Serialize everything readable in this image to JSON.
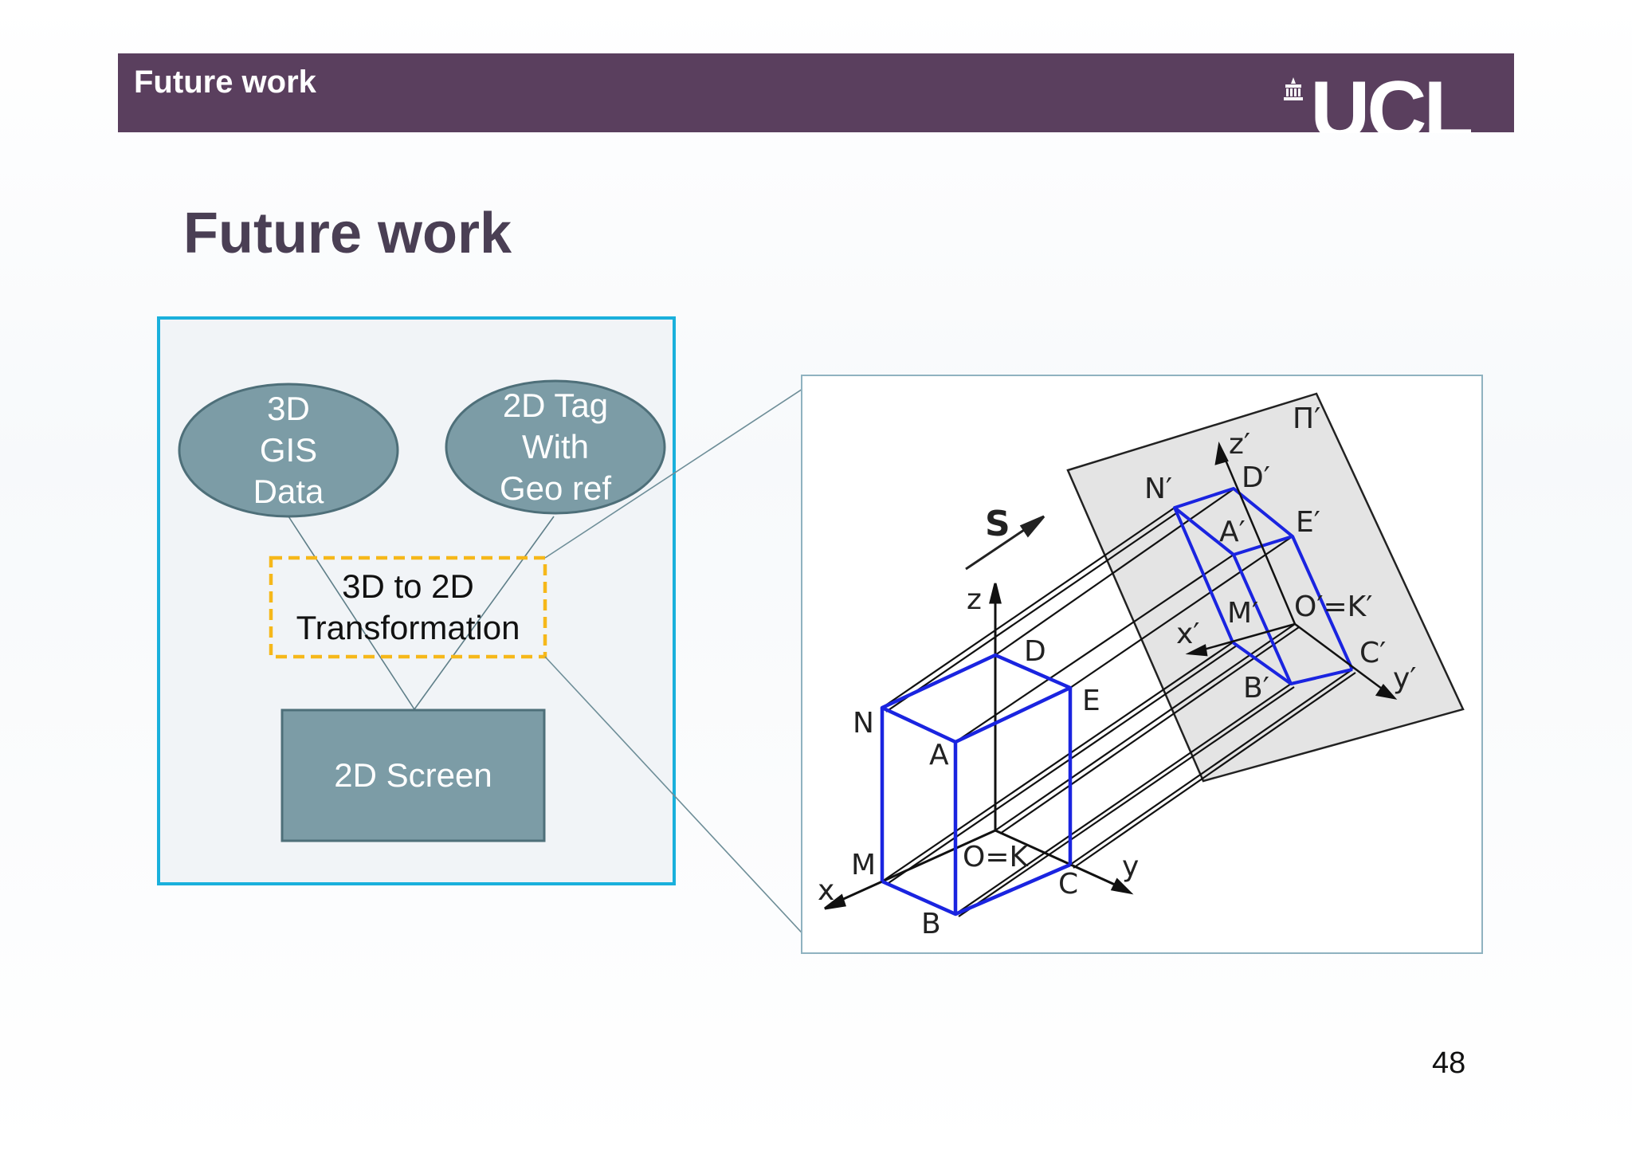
{
  "header": {
    "title": "Future work",
    "logo_text": "UCL",
    "background": "#5a3f5e"
  },
  "slide": {
    "title": "Future work",
    "page_number": "48"
  },
  "flow": {
    "gis_node": "3D\nGIS\nData",
    "tag_node": "2D Tag\nWith\nGeo ref",
    "transform_node": "3D to 2D\nTransformation",
    "screen_node": "2D Screen",
    "node_color": "#7c9ca6",
    "frame_color": "#1ab0dc",
    "dashed_color": "#f6b81a"
  },
  "projection_figure": {
    "object_color": "#1a24e0",
    "labels": {
      "S": "S",
      "N": "N",
      "A": "A",
      "D": "D",
      "E": "E",
      "M": "M",
      "B": "B",
      "C": "C",
      "OK": "O=K",
      "z": "z",
      "x": "x",
      "y": "y",
      "Pi": "Π′",
      "Np": "N′",
      "Dp": "D′",
      "Ap": "A′",
      "Ep": "E′",
      "Mp": "M′",
      "OKp": "O′=K′",
      "Cp": "C′",
      "Bp": "B′",
      "zp": "z′",
      "xp": "x′",
      "yp": "y′"
    }
  }
}
